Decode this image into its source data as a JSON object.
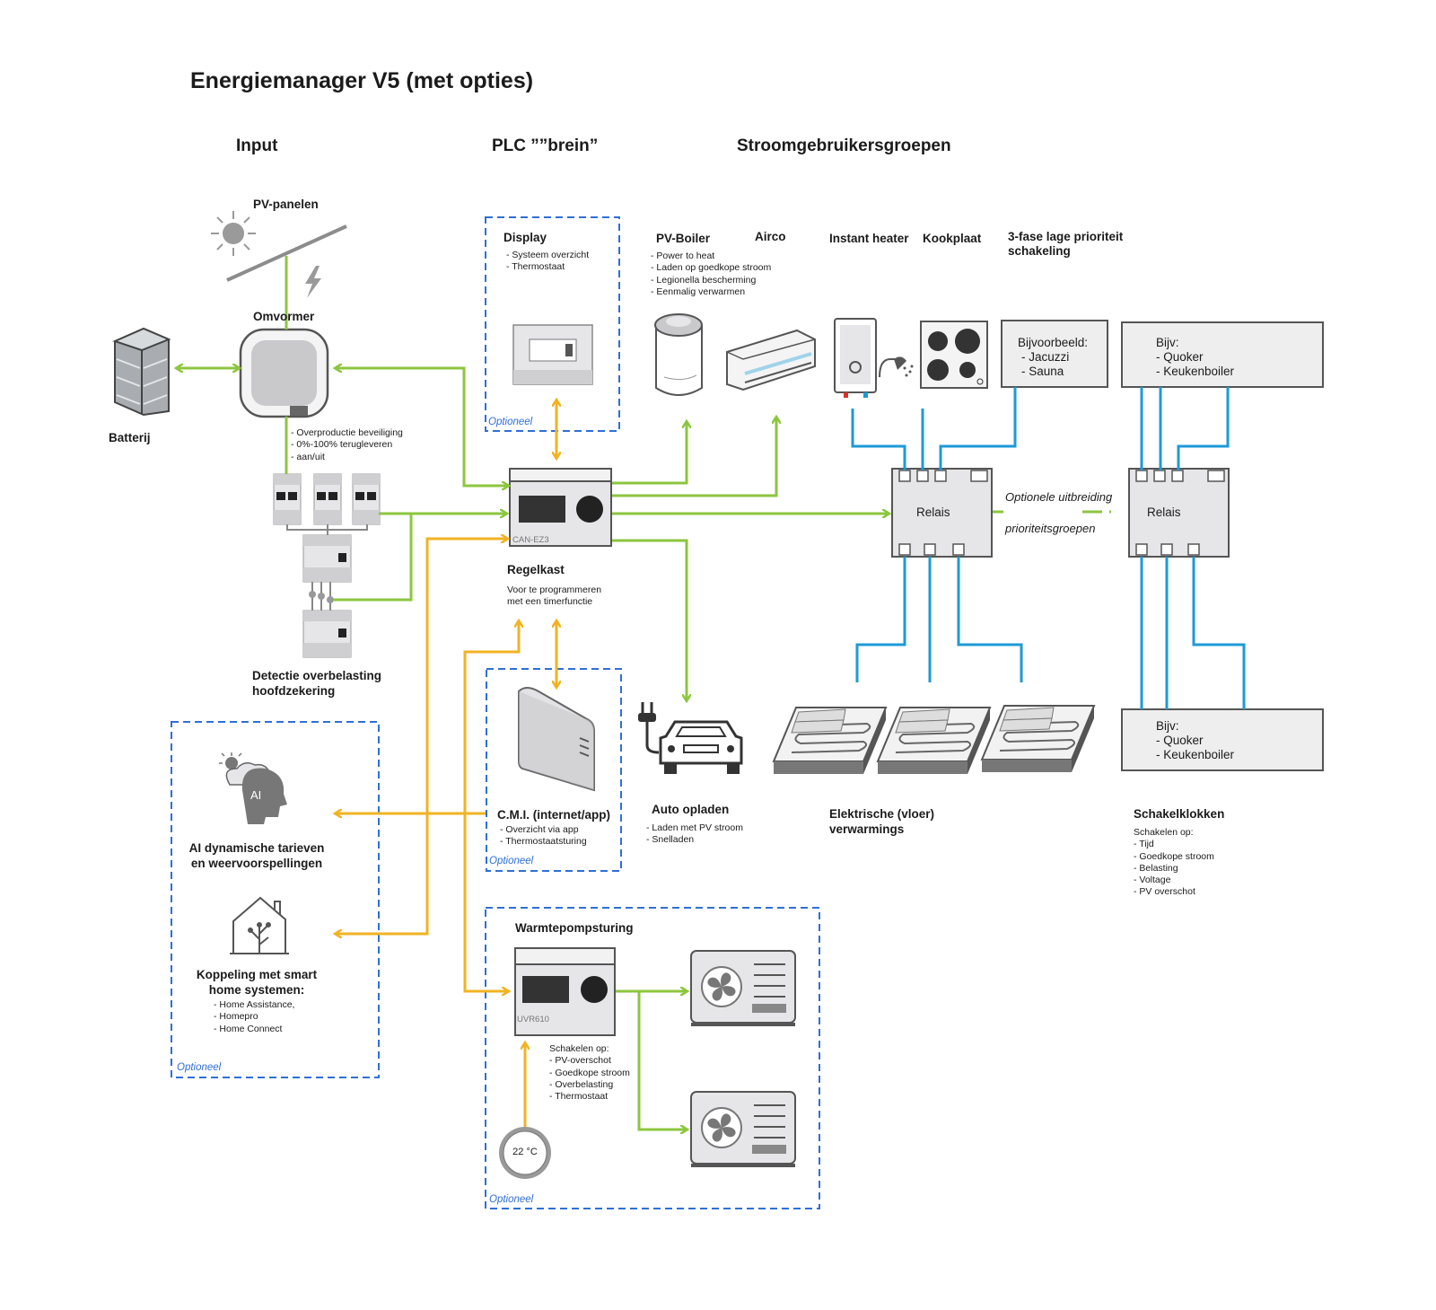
{
  "title": "Energiemanager V5 (met opties)",
  "columns": {
    "input": "Input",
    "plc": "PLC ””brein”",
    "consumers": "Stroomgebruikersgroepen"
  },
  "colors": {
    "green": "#8cc63f",
    "yellow": "#f0b323",
    "blue": "#1e9ad6",
    "dash": "#2f6fd6",
    "device": "#e6e6e8",
    "device_dark": "#333333"
  },
  "input": {
    "pv_panels": "PV-panelen",
    "inverter": "Omvormer",
    "battery": "Batterij",
    "inverter_notes": [
      "- Overproductie beveiliging",
      "- 0%-100% terugleveren",
      "- aan/uit"
    ],
    "overload_title": [
      "Detectie overbelasting",
      "hoofdzekering"
    ]
  },
  "display": {
    "title": "Display",
    "items": [
      "- Systeem overzicht",
      "- Thermostaat"
    ],
    "optional": "Optioneel"
  },
  "controller": {
    "model": "CAN-EZ3",
    "title": "Regelkast",
    "desc": [
      "Voor te programmeren",
      "met een timerfunctie"
    ]
  },
  "cmi": {
    "title": "C.M.I. (internet/app)",
    "items": [
      "- Overzicht via app",
      "- Thermostaatsturing"
    ],
    "optional": "Optioneel"
  },
  "car": {
    "title": "Auto opladen",
    "items": [
      "- Laden met PV stroom",
      "- Snelladen"
    ]
  },
  "options_box": {
    "ai_badge": "AI",
    "ai_title": [
      "AI dynamische tarieven",
      "en weervoorspellingen"
    ],
    "smart_title": [
      "Koppeling met smart",
      "home systemen:"
    ],
    "smart_items": [
      "- Home Assistance,",
      "- Homepro",
      "- Home Connect"
    ],
    "optional": "Optioneel"
  },
  "heatpump": {
    "title": "Warmtepompsturing",
    "model": "UVR610",
    "switch_title": "Schakelen op:",
    "switch_items": [
      "- PV-overschot",
      "- Goedkope stroom",
      "- Overbelasting",
      "- Thermostaat"
    ],
    "thermostat": "22 °C",
    "optional": "Optioneel"
  },
  "consumers": {
    "pv_boiler": "PV-Boiler",
    "pv_boiler_items": [
      "- Power to heat",
      "- Laden op goedkope stroom",
      "- Legionella bescherming",
      "- Eenmalig verwarmen"
    ],
    "airco": "Airco",
    "instant_heater": "Instant heater",
    "kookplaat": "Kookplaat",
    "threephase": [
      "3-fase lage prioriteit",
      "schakeling"
    ],
    "example_box": [
      "Bijvoorbeeld:",
      "- Jacuzzi",
      "- Sauna"
    ],
    "quoker_top": [
      "Bijv:",
      "- Quoker",
      "- Keukenboiler"
    ],
    "quoker_bottom": [
      "Bijv:",
      "- Quoker",
      "- Keukenboiler"
    ],
    "relay1": "Relais",
    "relay2": "Relais",
    "extension": "Optionele uitbreiding",
    "priority_groups": "prioriteitsgroepen",
    "floor_heating": [
      "Elektrische (vloer)",
      "verwarmings"
    ],
    "clocks_title": "Schakelklokken",
    "clocks_sub": "Schakelen op:",
    "clocks_items": [
      "- Tijd",
      "- Goedkope stroom",
      "- Belasting",
      "- Voltage",
      "- PV overschot"
    ]
  }
}
